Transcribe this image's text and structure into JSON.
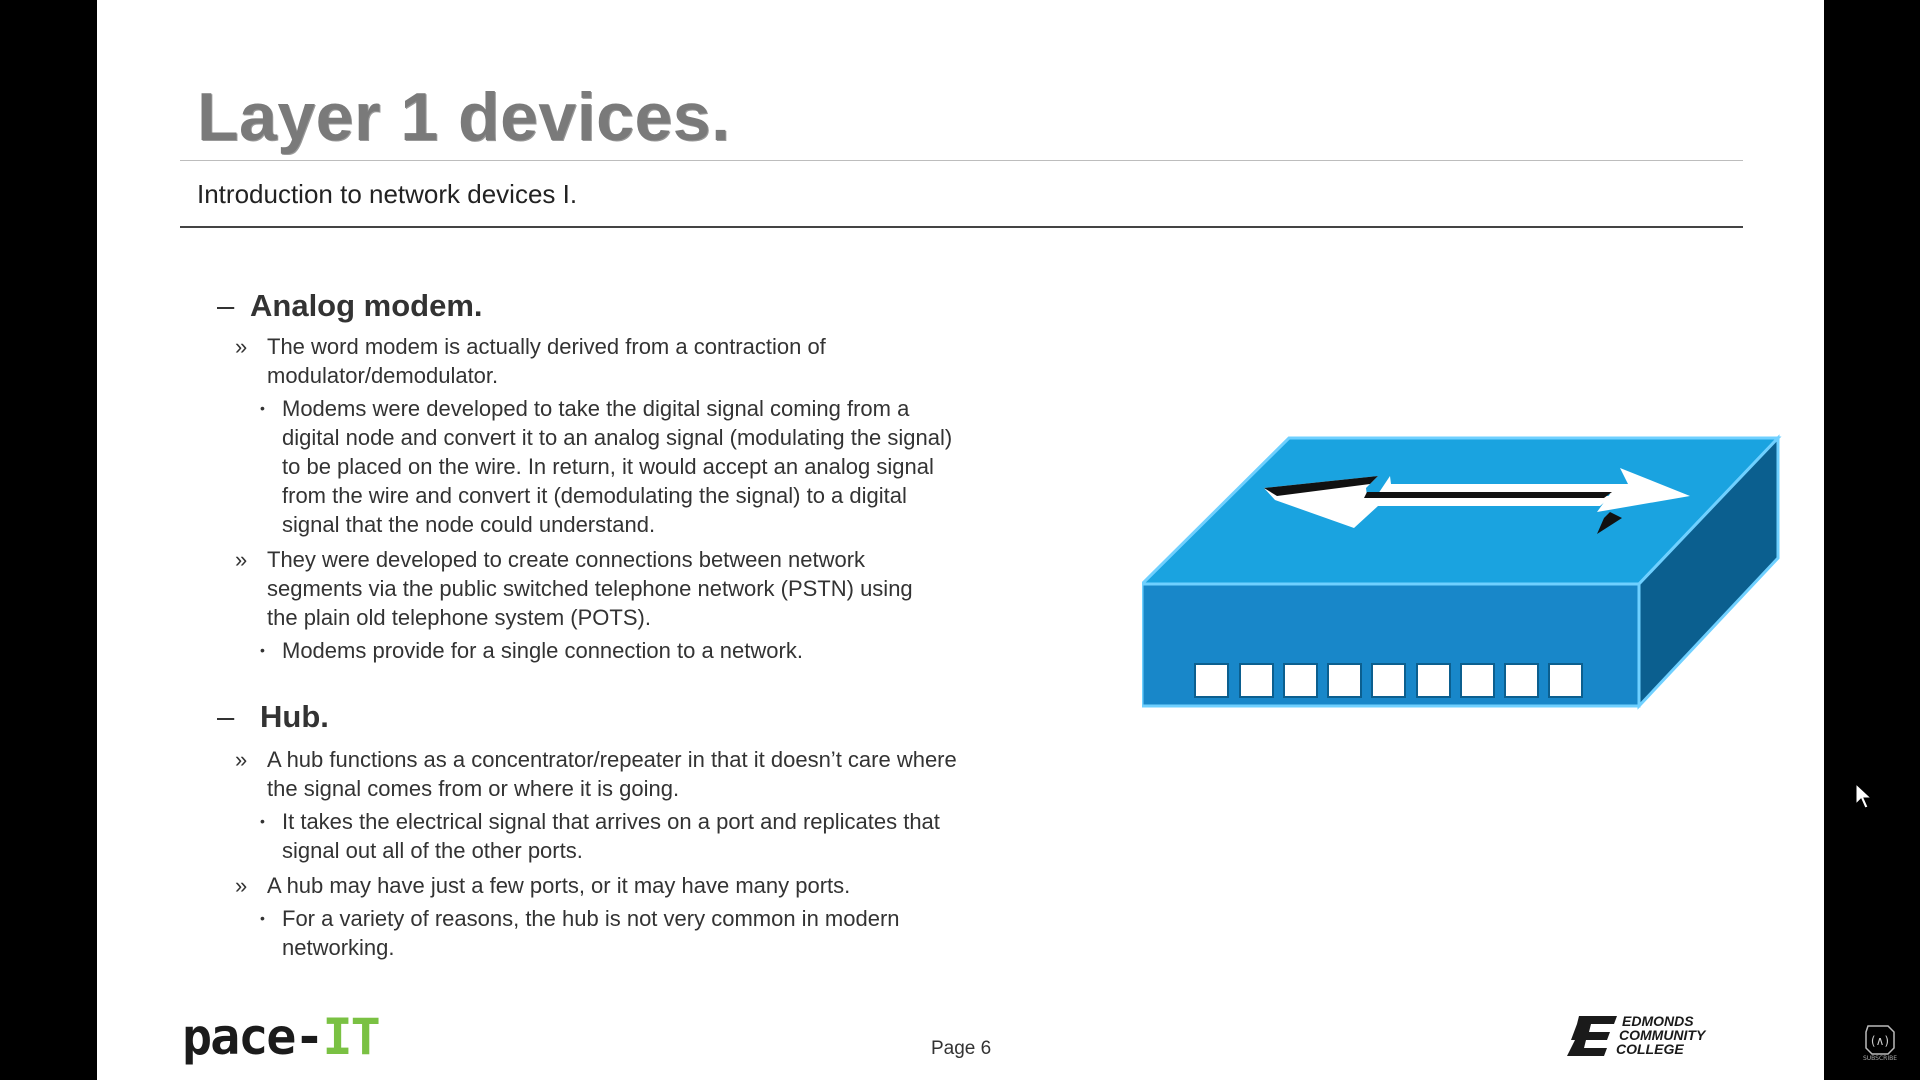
{
  "slide": {
    "title": "Layer 1 devices.",
    "subtitle": "Introduction to network devices I.",
    "page": "Page 6"
  },
  "sections": [
    {
      "heading": "Analog modem.",
      "points": [
        {
          "text": "The word modem is actually derived from a contraction of modulator/demodulator.",
          "subpoints": [
            "Modems were developed to take the digital signal coming from a digital node and convert it to an analog signal (modulating the signal) to be placed on the wire. In return, it would accept an analog signal from the wire and convert it (demodulating the signal) to a digital signal that the node could understand."
          ]
        },
        {
          "text": "They were developed to create connections between network segments via the public switched telephone network (PSTN) using the plain old telephone system (POTS).",
          "subpoints": [
            "Modems provide for a single connection to a network."
          ]
        }
      ]
    },
    {
      "heading": "Hub.",
      "points": [
        {
          "text": "A hub functions as a concentrator/repeater in that it doesn’t care where the signal comes from or where it is going.",
          "subpoints": [
            "It takes the electrical signal that arrives on a port and replicates that signal out all of the other ports."
          ]
        },
        {
          "text": "A hub may have just a few ports, or it may have many ports.",
          "subpoints": [
            "For a variety of reasons, the hub is not very common in modern networking."
          ]
        }
      ]
    }
  ],
  "markers": {
    "dash": "–",
    "level1": "»",
    "level2": "•"
  },
  "logo": {
    "part1": "pace-",
    "part2": "IT"
  },
  "college": {
    "line1": "EDMONDS",
    "line2": "COMMUNITY",
    "line3": "COLLEGE"
  },
  "subscribe_label": "SUBSCRIBE",
  "colors": {
    "hub_top": "#1aa3e0",
    "hub_front": "#1887c9",
    "hub_side": "#0b5f8f",
    "logo_green": "#7ac143"
  }
}
